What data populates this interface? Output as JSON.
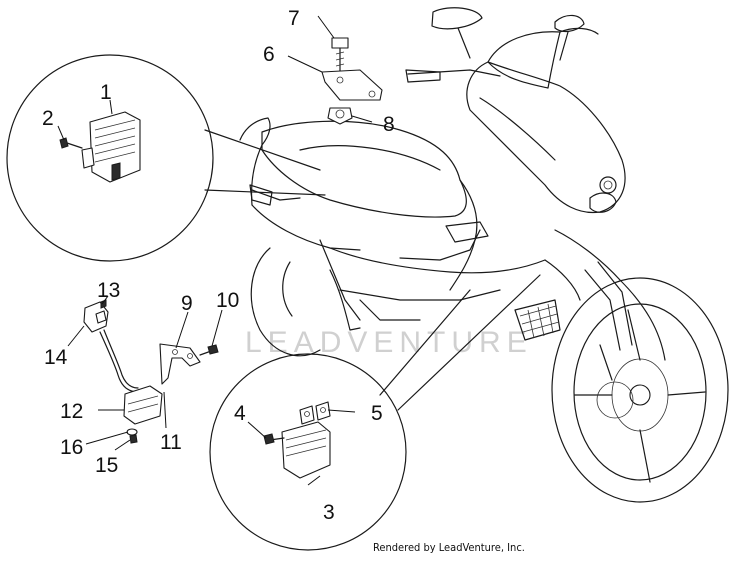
{
  "watermark": "LEADVENTURE",
  "credit": "Rendered by LeadVenture, Inc.",
  "callouts": {
    "c1": "1",
    "c2": "2",
    "c3": "3",
    "c4": "4",
    "c5": "5",
    "c6": "6",
    "c7": "7",
    "c8": "8",
    "c9": "9",
    "c10": "10",
    "c11": "11",
    "c12": "12",
    "c13": "13",
    "c14": "14",
    "c15": "15",
    "c16": "16"
  }
}
